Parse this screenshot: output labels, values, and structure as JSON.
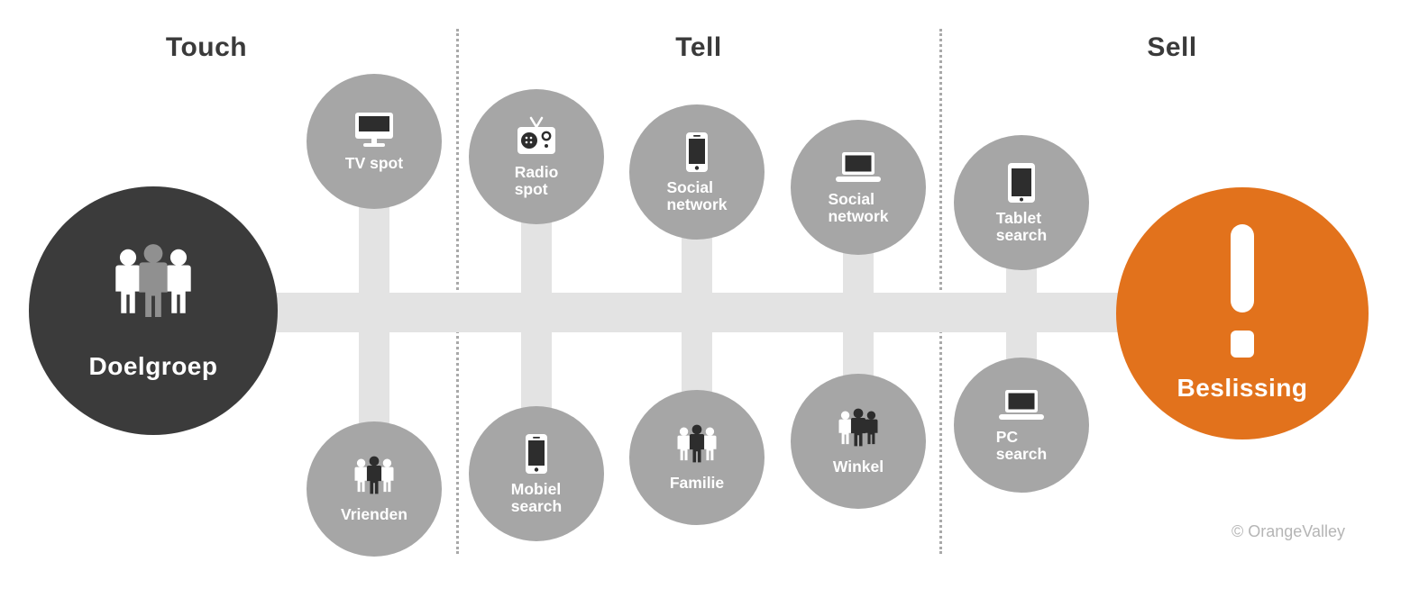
{
  "diagram": {
    "title_phases": [
      {
        "label": "Touch"
      },
      {
        "label": "Tell"
      },
      {
        "label": "Sell"
      }
    ],
    "start": {
      "label": "Doelgroep",
      "icon": "people-group-icon"
    },
    "end": {
      "label": "Beslissing",
      "icon": "exclamation-icon"
    },
    "nodes": [
      {
        "id": "tv-spot",
        "label": "TV spot",
        "icon": "tv-icon",
        "row": "top"
      },
      {
        "id": "radio-spot",
        "label": "Radio\nspot",
        "icon": "radio-icon",
        "row": "top"
      },
      {
        "id": "social-network-mobile",
        "label": "Social\nnetwork",
        "icon": "smartphone-icon",
        "row": "top"
      },
      {
        "id": "social-network-desktop",
        "label": "Social\nnetwork",
        "icon": "laptop-icon",
        "row": "top"
      },
      {
        "id": "tablet-search",
        "label": "Tablet\nsearch",
        "icon": "tablet-icon",
        "row": "top"
      },
      {
        "id": "vrienden",
        "label": "Vrienden",
        "icon": "people-group-icon",
        "row": "bottom"
      },
      {
        "id": "mobiel-search",
        "label": "Mobiel\nsearch",
        "icon": "smartphone-icon",
        "row": "bottom"
      },
      {
        "id": "familie",
        "label": "Familie",
        "icon": "people-group-icon",
        "row": "bottom"
      },
      {
        "id": "winkel",
        "label": "Winkel",
        "icon": "people-group-icon",
        "row": "bottom"
      },
      {
        "id": "pc-search",
        "label": "PC\nsearch",
        "icon": "laptop-icon",
        "row": "bottom"
      }
    ],
    "copyright": "© OrangeValley",
    "colors": {
      "start_circle": "#3b3b3b",
      "end_circle": "#e2721c",
      "node_circle": "#a6a6a6",
      "connector": "#e3e3e3",
      "divider_dots": "#a9a9a9",
      "phase_title_text": "#3a3a3a",
      "copyright_text": "#b5b5b5",
      "icon_dark": "#2d2d2d",
      "icon_light": "#ffffff"
    }
  }
}
